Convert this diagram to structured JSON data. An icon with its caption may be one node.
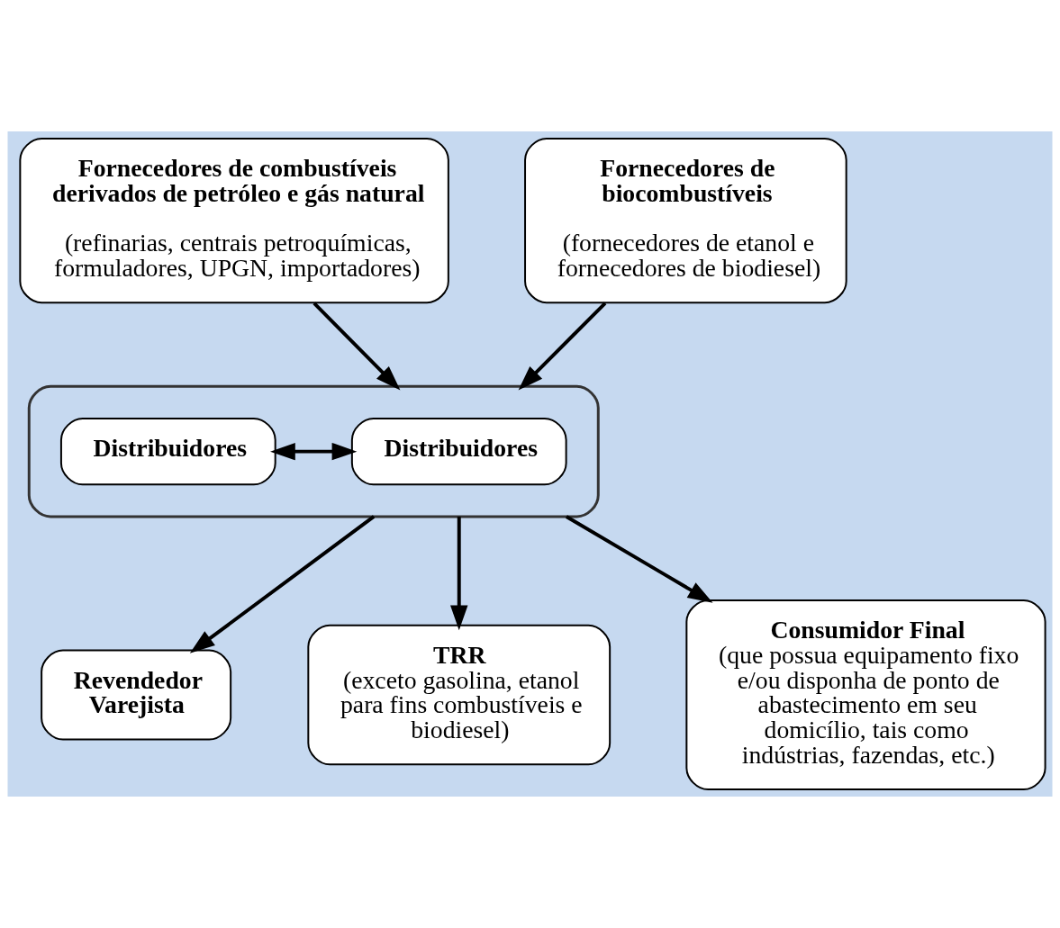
{
  "diagram": {
    "nodes": [
      {
        "text": [
          "Fornecedores de combustíveis derivados de petróleo e gás natural",
          "(refinarias, centrais petroquímicas, formuladores, UPGN, importadores)"
        ]
      },
      {
        "text": [
          "Fornecedores de biocombustíveis",
          "(fornecedores de etanol e fornecedores de biodiesel)"
        ]
      },
      {
        "text": [],
        "shape": "bracket"
      },
      {
        "text": [
          "Distribuidores"
        ],
        "in": 2
      },
      {
        "text": [
          "Distribuidores"
        ],
        "in": 2
      },
      {
        "text": [
          "Revendedor Varejista"
        ]
      },
      {
        "text": [
          "TRR",
          "(exceto gasolina, etanol para fins combustíveis e biodiesel)"
        ]
      },
      {
        "text": [
          "Consumidor Final",
          "(que possua equipamento fixo e/ou disponha de ponto de abastecimento em seu domicílio, tais como indústrias, fazendas, etc.)"
        ]
      }
    ],
    "edges": [
      {
        "from": 0,
        "to": 2,
        "arrow": "to"
      },
      {
        "from": 1,
        "to": 2,
        "arrow": "to"
      },
      {
        "from": 3,
        "to": 4,
        "arrow": "both"
      },
      {
        "from": 2,
        "to": 5,
        "arrow": "to"
      },
      {
        "from": 2,
        "to": 6,
        "arrow": "to"
      },
      {
        "from": 2,
        "to": 7,
        "arrow": "to"
      }
    ]
  }
}
